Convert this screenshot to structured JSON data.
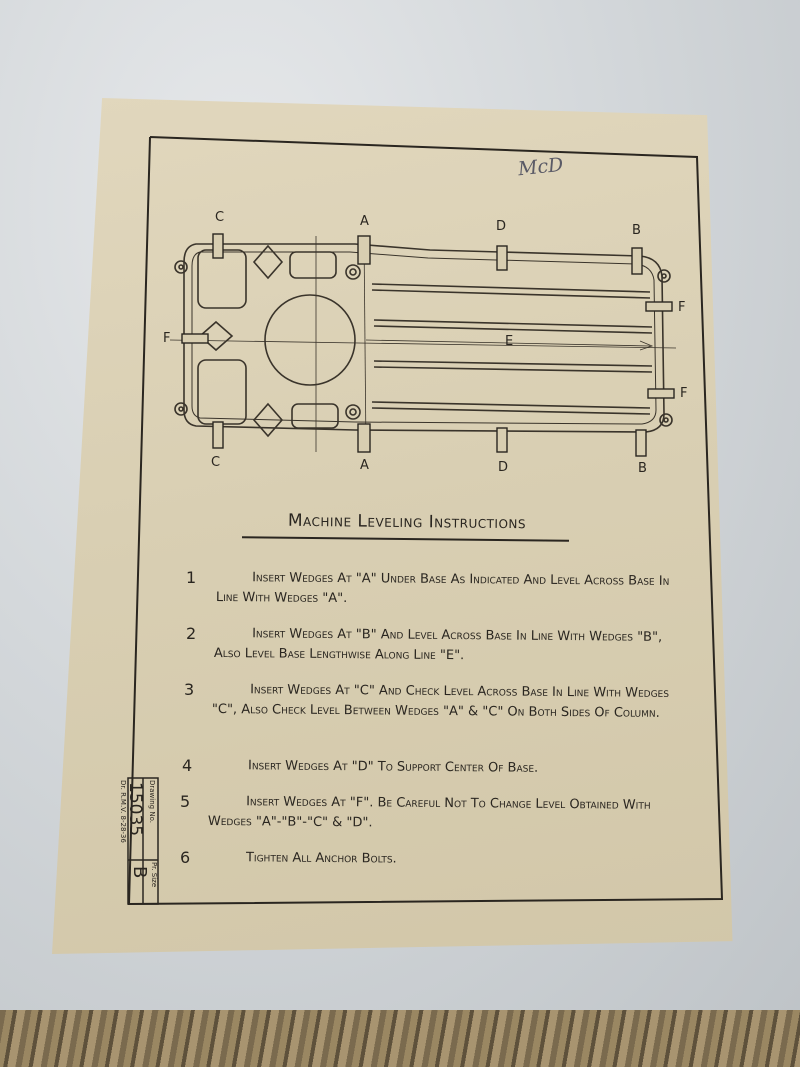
{
  "signature": "McD",
  "diagram": {
    "labels_top": [
      "C",
      "A",
      "D",
      "B"
    ],
    "labels_bottom": [
      "C",
      "A",
      "D",
      "B"
    ],
    "label_f": "F",
    "label_e": "E"
  },
  "title": "Machine Leveling Instructions",
  "steps": [
    {
      "num": "1",
      "text": "Insert Wedges At \"A\" Under Base As Indicated And Level Across Base In Line With Wedges \"A\"."
    },
    {
      "num": "2",
      "text": "Insert Wedges At \"B\" And Level Across Base In Line With Wedges \"B\", Also Level Base Lengthwise Along Line \"E\"."
    },
    {
      "num": "3",
      "text": "Insert Wedges At \"C\" And Check Level Across Base In Line With Wedges \"C\", Also Check Level Between Wedges \"A\" & \"C\" On Both Sides Of Column."
    },
    {
      "num": "4",
      "text": "Insert Wedges At \"D\" To Support Center Of Base."
    },
    {
      "num": "5",
      "text": "Insert Wedges At \"F\". Be Careful Not To Change Level Obtained With Wedges \"A\"-\"B\"-\"C\" & \"D\"."
    },
    {
      "num": "6",
      "text": "Tighten All Anchor Bolts."
    }
  ],
  "title_block": {
    "drawing_no_label": "Drawing No.",
    "drawing_no": "15035",
    "size_label": "Pr. Size",
    "size": "B",
    "drafter": "Dr. R.M.V. 8-28-36"
  }
}
